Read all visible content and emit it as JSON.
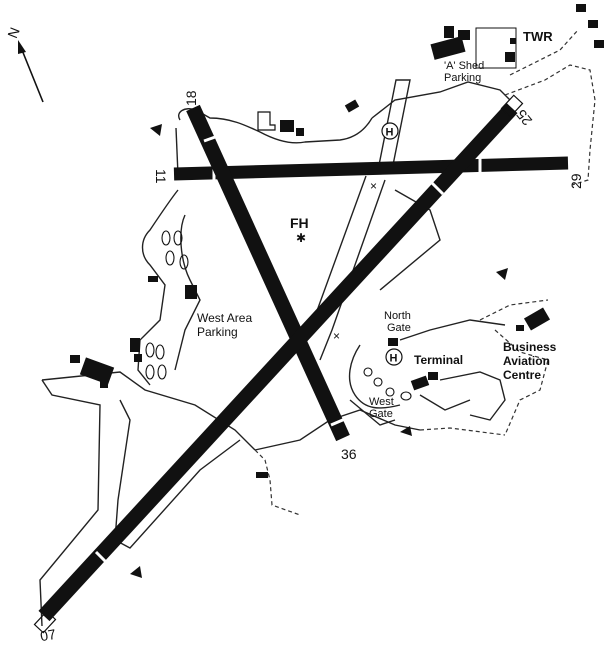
{
  "map": {
    "north_label": "N",
    "runways": [
      {
        "id": "18/36",
        "end_a": "18",
        "end_b": "36"
      },
      {
        "id": "11/29",
        "end_a": "11",
        "end_b": "29"
      },
      {
        "id": "07/25",
        "end_a": "07",
        "end_b": "25"
      }
    ],
    "labels": {
      "twr": "TWR",
      "a_shed_1": "'A' Shed",
      "a_shed_2": "Parking",
      "fh": "FH",
      "west_area_1": "West Area",
      "west_area_2": "Parking",
      "north_gate_1": "North",
      "north_gate_2": "Gate",
      "terminal": "Terminal",
      "west_gate_1": "West",
      "west_gate_2": "Gate",
      "bac_1": "Business",
      "bac_2": "Aviation",
      "bac_3": "Centre",
      "helipad": "H"
    },
    "colors": {
      "ink": "#111111",
      "background": "#ffffff"
    }
  }
}
